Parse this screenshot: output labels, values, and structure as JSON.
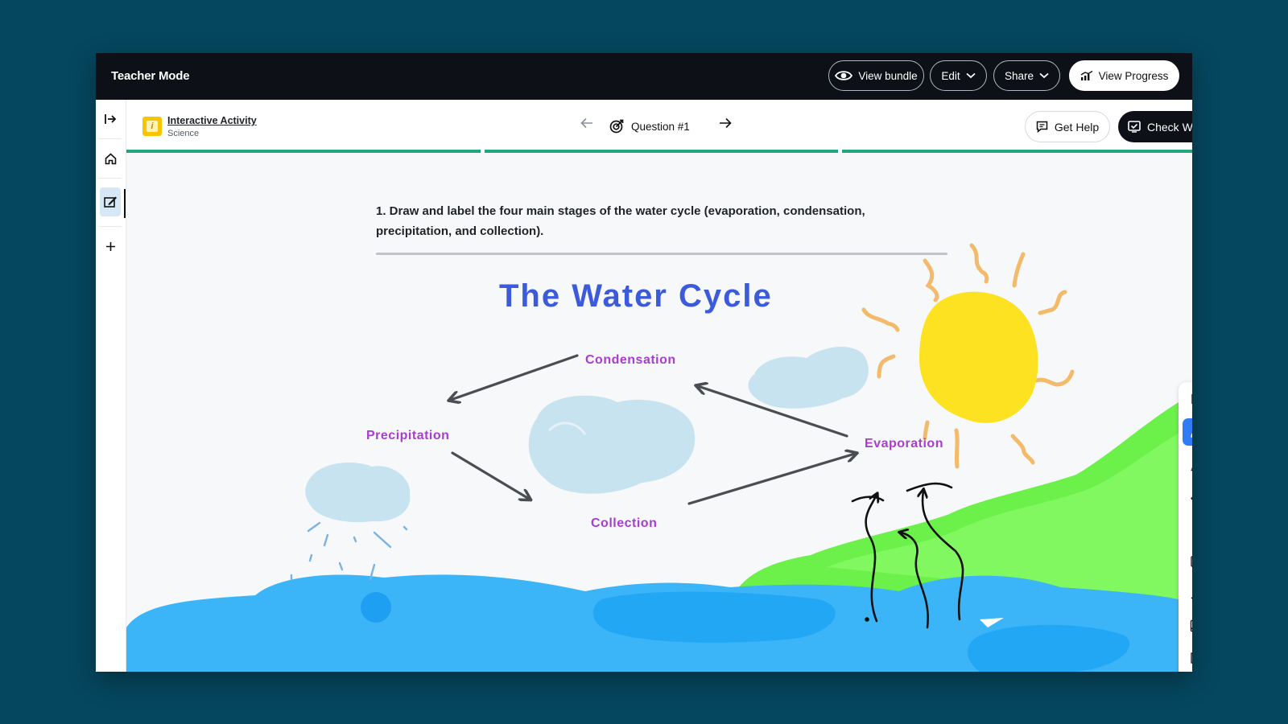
{
  "topbar": {
    "title": "Teacher Mode",
    "view_bundle": "View bundle",
    "edit": "Edit",
    "share": "Share",
    "view_progress": "View Progress"
  },
  "activity": {
    "title": "Interactive Activity",
    "subject": "Science",
    "icon_letter": "i"
  },
  "question_nav": {
    "label": "Question #1"
  },
  "actions": {
    "get_help": "Get Help",
    "check_work": "Check Work"
  },
  "question": {
    "text": "1. Draw and label the four main stages of the water cycle (evaporation, condensation, precipitation, and collection)."
  },
  "drawing": {
    "title": "The Water Cycle",
    "labels": {
      "condensation": "Condensation",
      "precipitation": "Precipitation",
      "collection": "Collection",
      "evaporation": "Evaporation"
    }
  },
  "tools": [
    "select-tool",
    "pen-tool",
    "highlighter-tool",
    "eraser-tool",
    "text-tool",
    "rectangle-tool",
    "line-tool",
    "image-tool",
    "sticky-note-tool",
    "expand-tool"
  ],
  "colors": {
    "topbar": "#0d1117",
    "accent": "#2f7cf6",
    "progress": "#23a47f",
    "title_blue": "#3b5bdb",
    "label_purple": "#a83dcf",
    "sun": "#fde221",
    "water": "#22a7f5",
    "grass": "#6cf04a"
  }
}
